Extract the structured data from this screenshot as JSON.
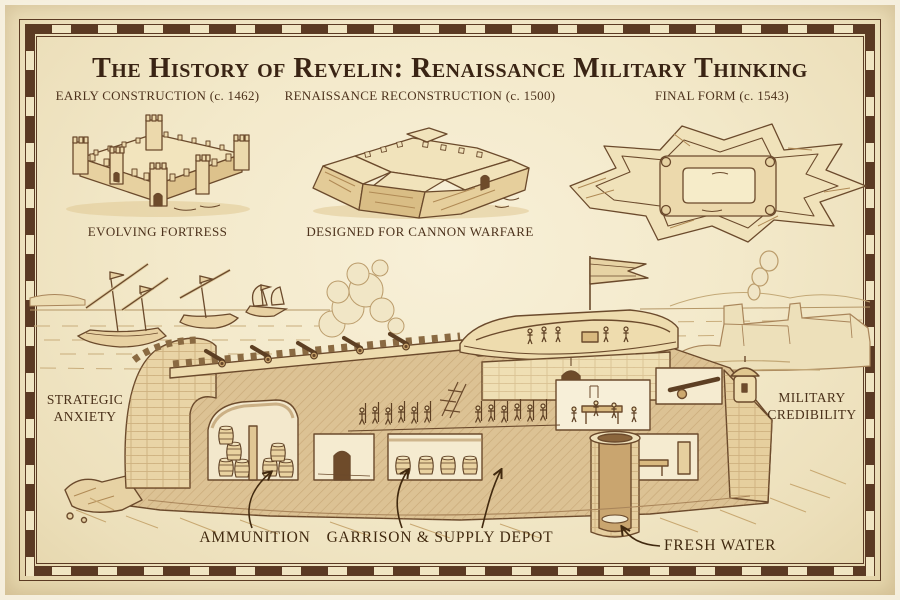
{
  "title": "The History of Revelin: Renaissance Military Thinking",
  "stages": [
    {
      "caption": "EARLY CONSTRUCTION (c. 1462)",
      "subcaption": "EVOLVING FORTRESS"
    },
    {
      "caption": "RENAISSANCE RECONSTRUCTION (c. 1500)",
      "subcaption": "DESIGNED FOR CANNON WARFARE"
    },
    {
      "caption": "FINAL FORM (c. 1543)",
      "subcaption": ""
    }
  ],
  "annotations": {
    "left": "STRATEGIC ANXIETY",
    "right": "MILITARY CREDIBILITY"
  },
  "callouts": [
    {
      "label": "AMMUNITION"
    },
    {
      "label": "GARRISON & SUPPLY DEPOT"
    },
    {
      "label": "FRESH WATER"
    }
  ],
  "palette": {
    "parchment": "#f3e9ca",
    "border_brown": "#5b3a23",
    "ink": "#6b4a2c",
    "wall_fill": "#ecd9ac",
    "earth_fill": "#d9bf8e",
    "title_color": "#3a2414"
  }
}
